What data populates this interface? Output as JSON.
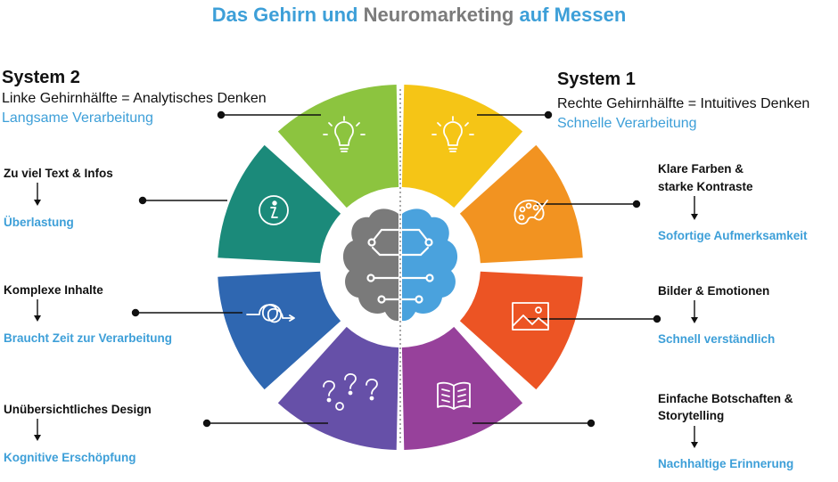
{
  "title": {
    "part1": "Das Gehirn und",
    "part2": "Neuromarketing",
    "part3": "auf Messen"
  },
  "left": {
    "heading": "System 2",
    "line": "Linke Gehirnhälfte = Analytisches Denken",
    "speed": "Langsame Verarbeitung",
    "items": [
      {
        "label": "Zu viel Text & Infos",
        "result": "Überlastung",
        "icon": "info-icon",
        "color": "#1b8a7a"
      },
      {
        "label": "Komplexe Inhalte",
        "result": "Braucht Zeit zur Verarbeitung",
        "icon": "tangled-line-icon",
        "color": "#2f67b1"
      },
      {
        "label": "Unübersichtliches Design",
        "result": "Kognitive Erschöpfung",
        "icon": "question-marks-icon",
        "color": "#6650a8"
      }
    ],
    "top_segment": {
      "icon": "lightbulb-icon",
      "color": "#8cc43f"
    }
  },
  "right": {
    "heading": "System 1",
    "line": "Rechte Gehirnhälfte = Intuitives Denken",
    "speed": "Schnelle Verarbeitung",
    "items": [
      {
        "label_1": "Klare Farben &",
        "label_2": "starke Kontraste",
        "result": "Sofortige Aufmerksamkeit",
        "icon": "palette-icon",
        "color": "#f29321"
      },
      {
        "label_1": "Bilder & Emotionen",
        "label_2": "",
        "result": "Schnell verständlich",
        "icon": "image-icon",
        "color": "#ec5424"
      },
      {
        "label_1": "Einfache Botschaften &",
        "label_2": "Storytelling",
        "result": "Nachhaltige Erinnerung",
        "icon": "book-icon",
        "color": "#97419b"
      }
    ],
    "top_segment": {
      "icon": "lightbulb-icon",
      "color": "#f5c516"
    }
  },
  "brain": {
    "left_color": "#7a7a7a",
    "right_color": "#4aa2dd",
    "icon": "brain-circuit-icon"
  }
}
